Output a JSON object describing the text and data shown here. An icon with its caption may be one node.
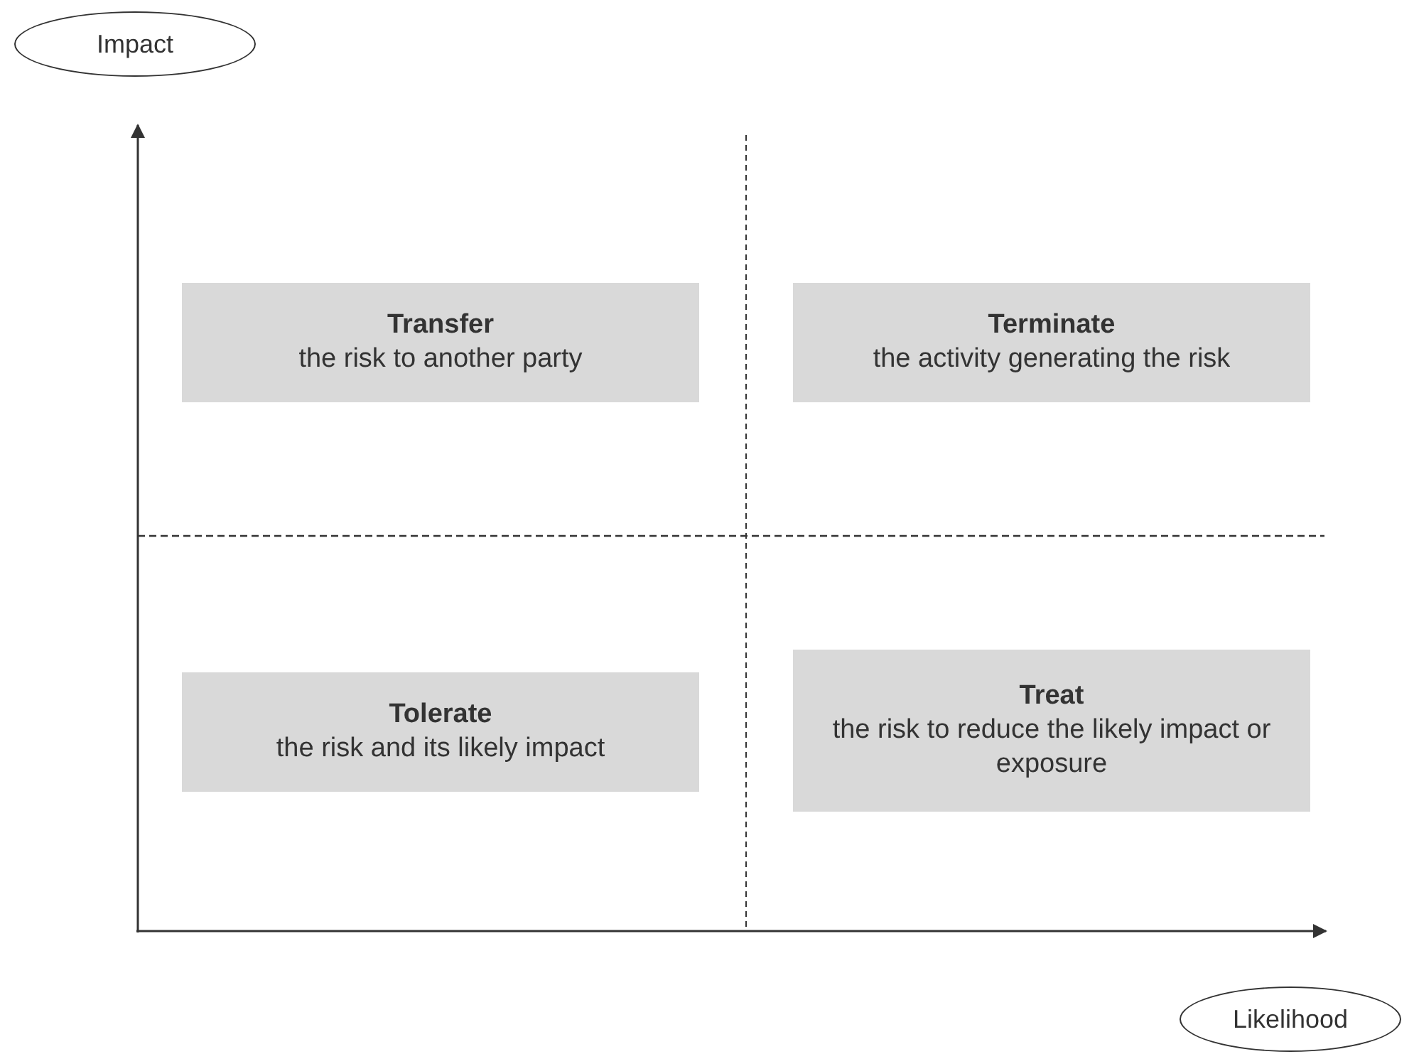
{
  "diagram": {
    "nodes": [
      {
        "text": [
          "Impact"
        ]
      },
      {
        "text": [
          "Transfer",
          "the risk to another party"
        ]
      },
      {
        "text": [
          "Terminate",
          "the activity generating the risk"
        ]
      },
      {
        "text": [
          "Tolerate",
          "the risk and its likely impact"
        ]
      },
      {
        "text": [
          "Treat",
          "the risk to reduce the likely impact or exposure"
        ]
      },
      {
        "text": [
          "Likelihood"
        ]
      }
    ]
  }
}
